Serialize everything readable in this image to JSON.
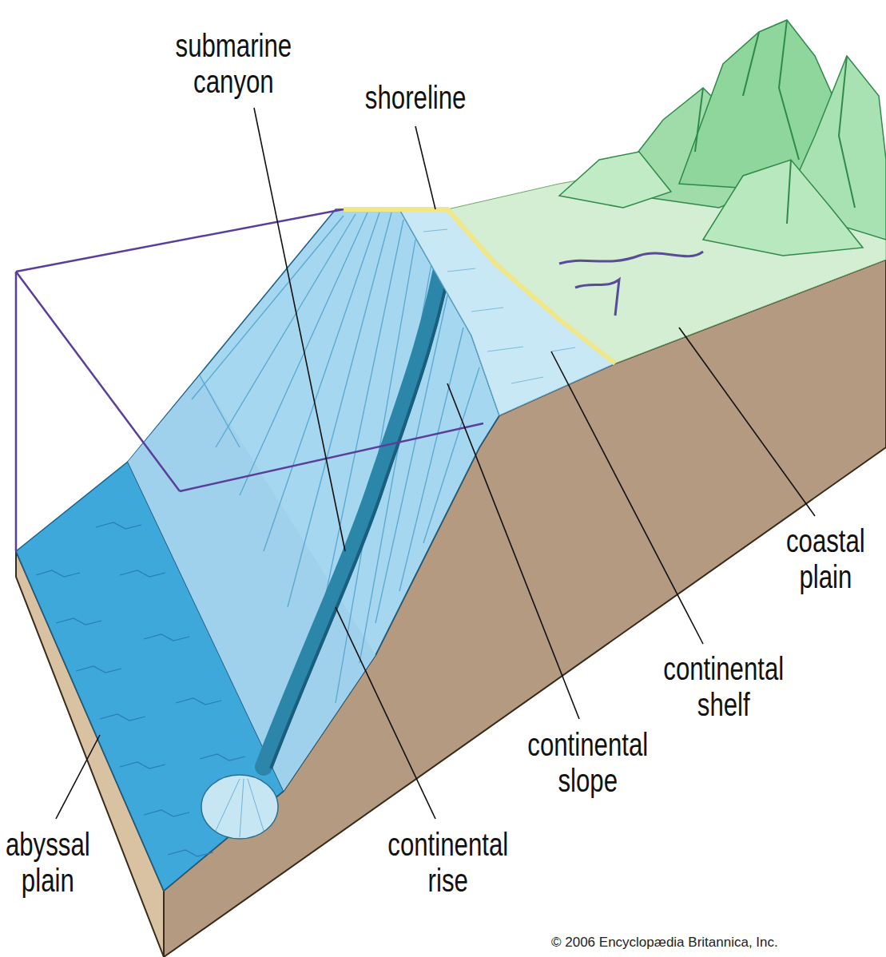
{
  "diagram": {
    "labels": [
      "submarine canyon",
      "shoreline",
      "coastal plain",
      "continental shelf",
      "continental slope",
      "continental rise",
      "abyssal plain",
      "© 2006 Encyclopædia Britannica, Inc."
    ]
  }
}
